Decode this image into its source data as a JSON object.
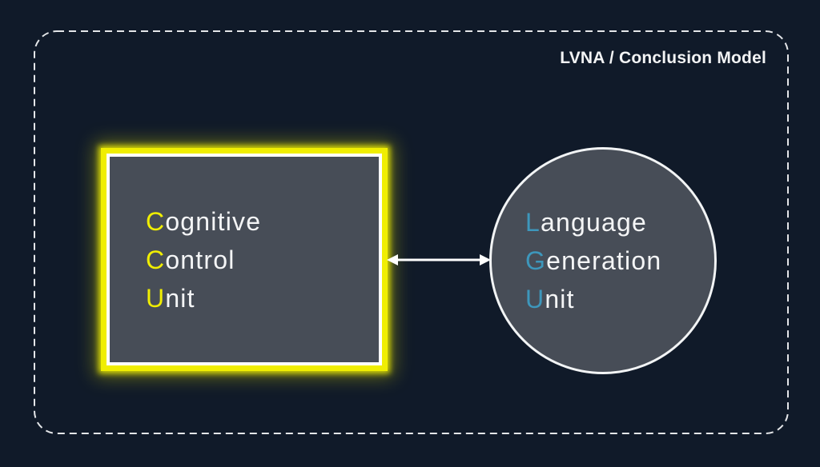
{
  "frame": {
    "title": "LVNA / Conclusion Model"
  },
  "colors": {
    "background": "#101a29",
    "frame_dash": "#e4e6e9",
    "node_fill": "#474d57",
    "node_border": "#f2f4f5",
    "accent_yellow": "#f0ee02",
    "accent_blue": "#3d97bc",
    "text_white": "#f4f5f6",
    "title_white": "#f2f3f4",
    "arrow_white": "#ffffff"
  },
  "nodes": {
    "ccu": {
      "shape": "rectangle",
      "highlight": "yellow-glow",
      "lines": [
        {
          "initial": "C",
          "rest": "ognitive"
        },
        {
          "initial": "C",
          "rest": "ontrol"
        },
        {
          "initial": "U",
          "rest": "nit"
        }
      ]
    },
    "lgu": {
      "shape": "circle",
      "lines": [
        {
          "initial": "L",
          "rest": "anguage"
        },
        {
          "initial": "G",
          "rest": "eneration"
        },
        {
          "initial": "U",
          "rest": "nit"
        }
      ]
    }
  },
  "connector": {
    "type": "double-headed-arrow"
  }
}
